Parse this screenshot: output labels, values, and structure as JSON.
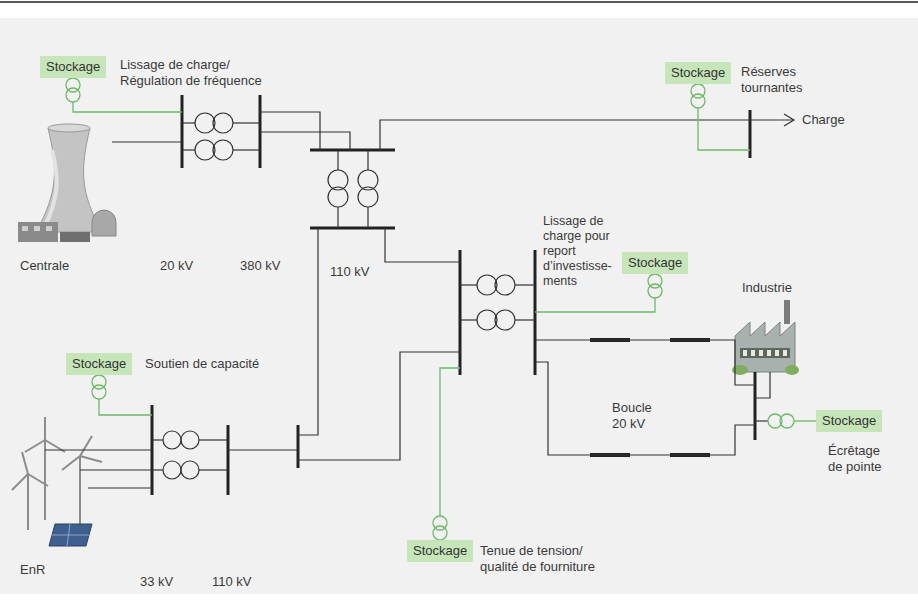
{
  "diagram": {
    "nodes": [
      {
        "text": [
          "Stockage"
        ]
      },
      {
        "text": [
          "Stockage"
        ]
      },
      {
        "text": [
          "Stockage"
        ]
      },
      {
        "text": [
          "Stockage"
        ]
      },
      {
        "text": [
          "Stockage"
        ]
      },
      {
        "text": [
          "Stockage"
        ]
      }
    ],
    "labels": [
      "Lissage de charge/ Régulation de fréquence",
      "Réserves tournantes",
      "Charge",
      "Lissage de charge pour report d’investisse- ments",
      "Soutien de capacité",
      "Industrie",
      "Centrale",
      "20 kV",
      "380 kV",
      "110 kV",
      "Boucle 20 kV",
      "Écrêtage de pointe",
      "Tenue de tension/ qualité de fourniture",
      "EnR",
      "33 kV",
      "110 kV"
    ]
  }
}
